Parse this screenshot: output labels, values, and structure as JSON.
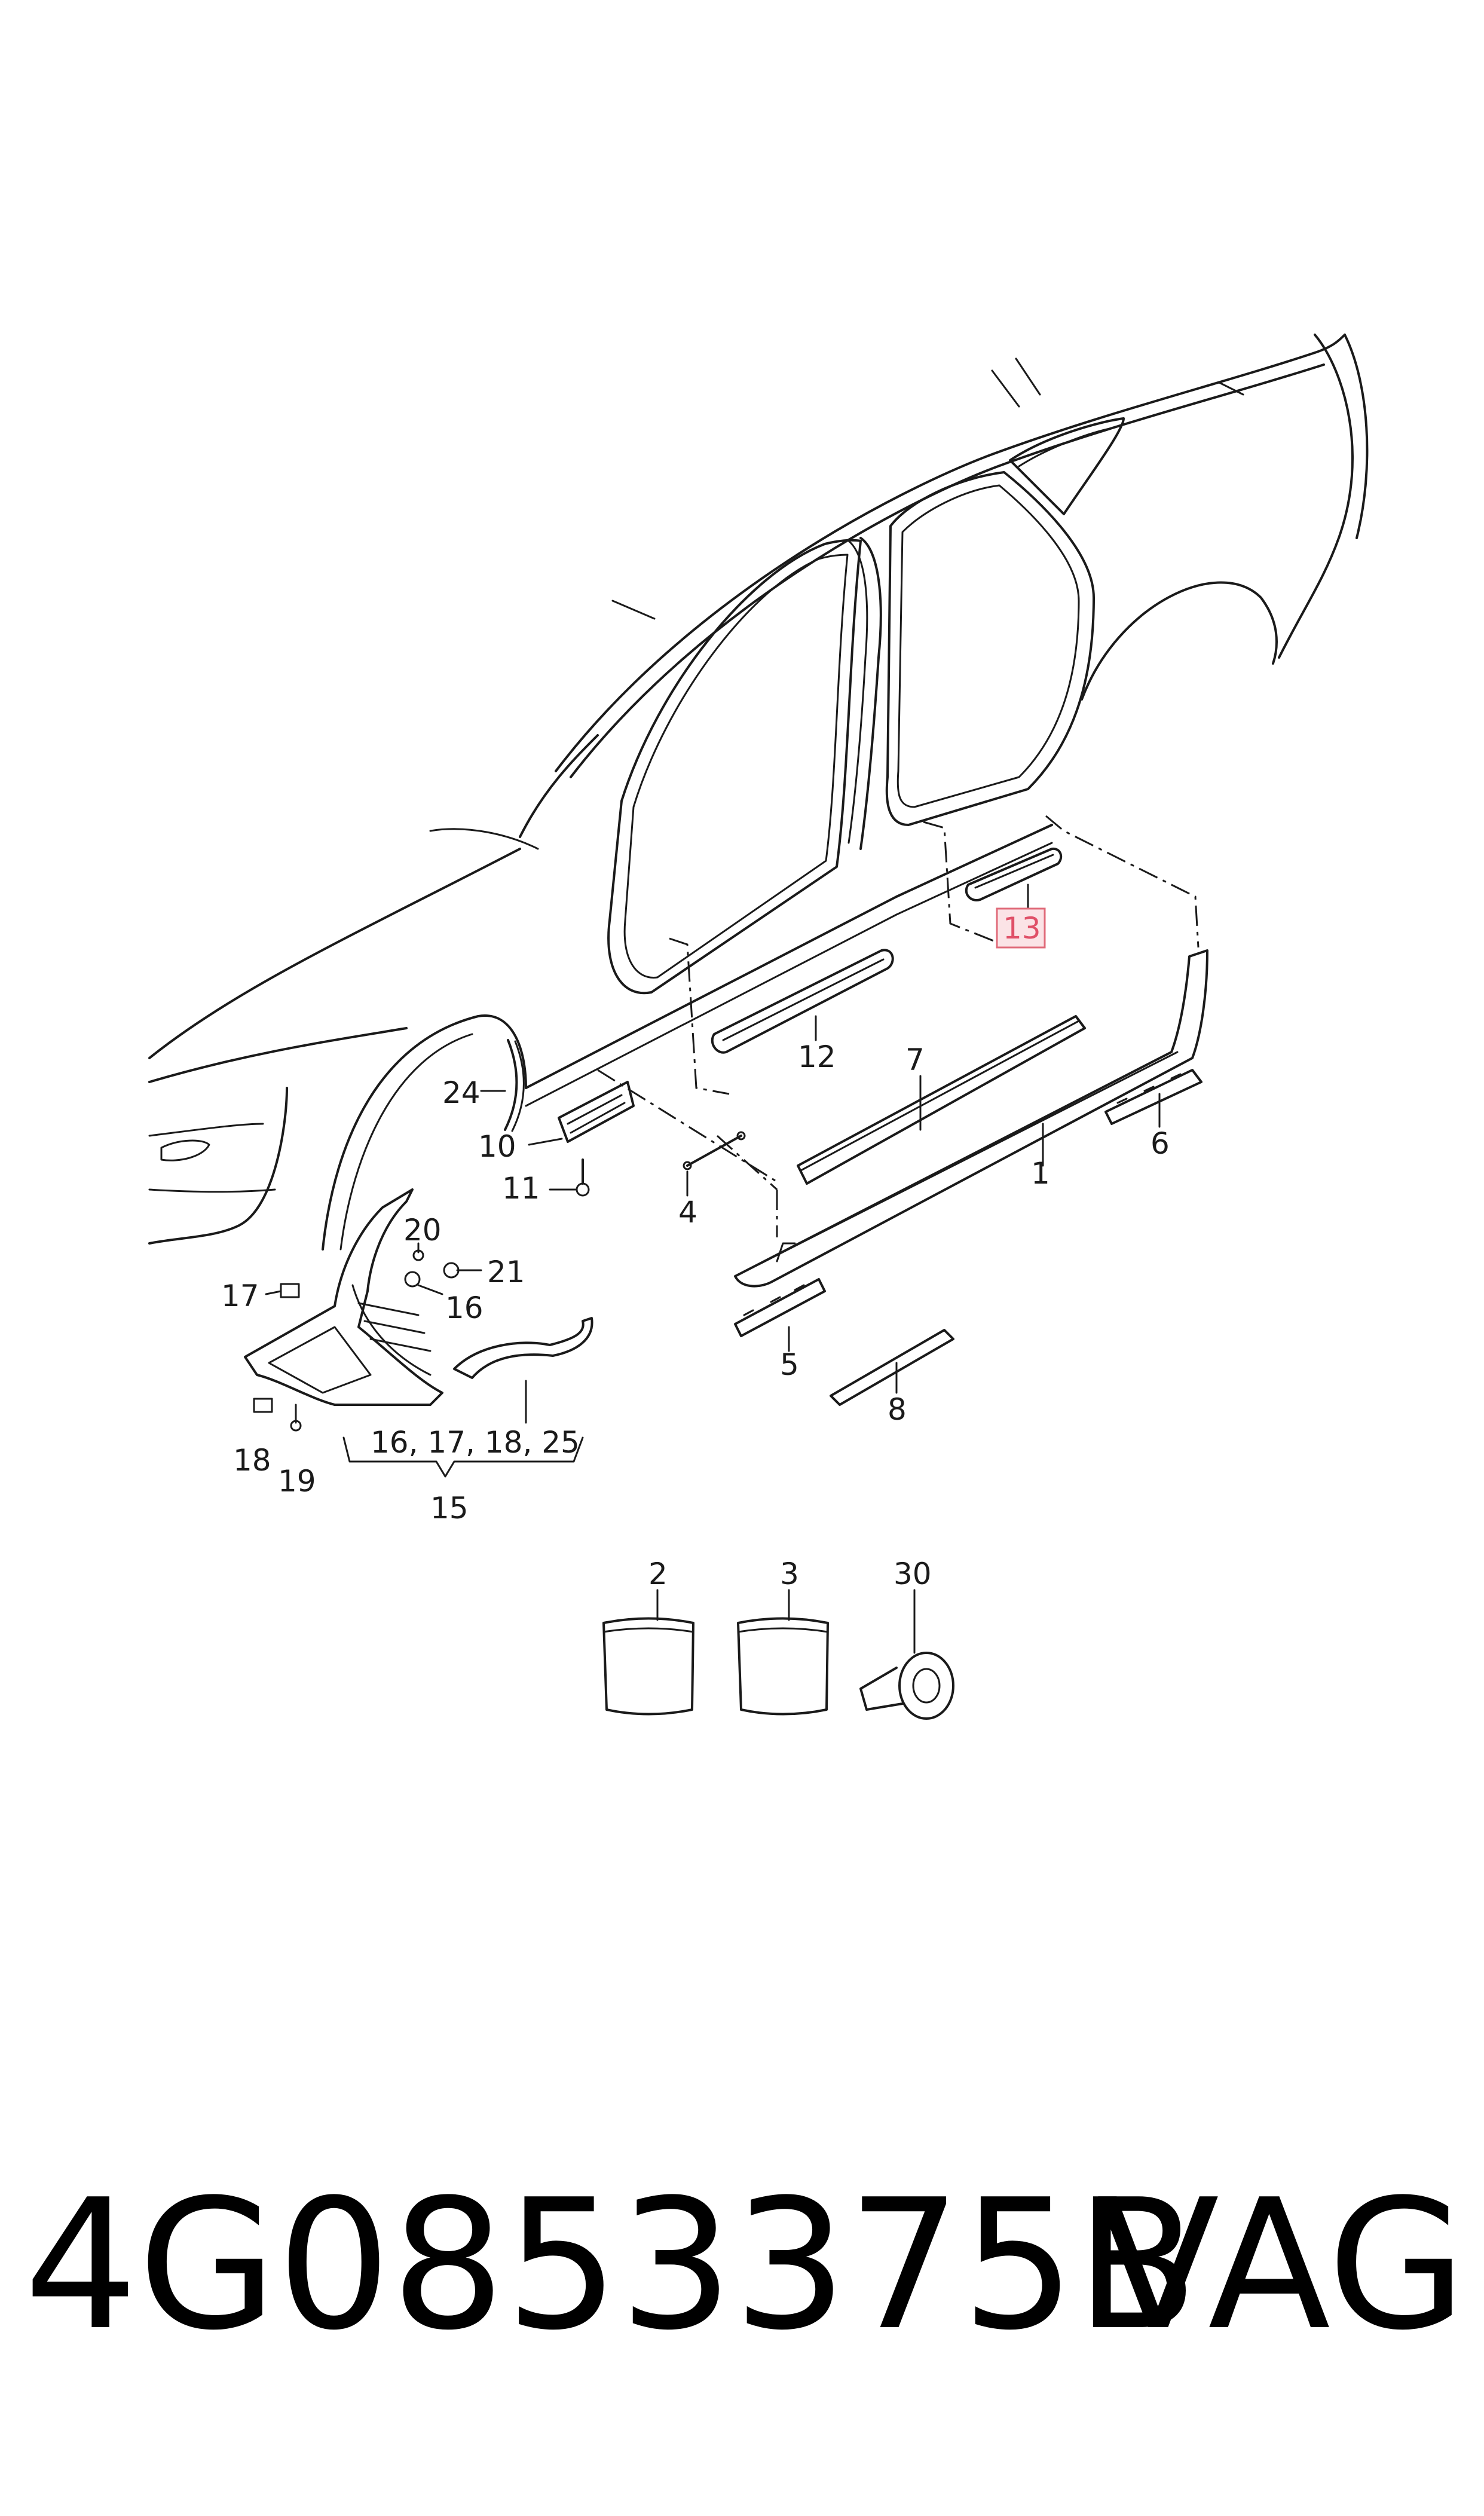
{
  "part_number": "4G0853375B",
  "brand": "VAG",
  "callouts": {
    "c1": "1",
    "c2": "2",
    "c3": "3",
    "c4": "4",
    "c5": "5",
    "c6": "6",
    "c7": "7",
    "c8": "8",
    "c10": "10",
    "c11": "11",
    "c12": "12",
    "c13": "13",
    "c15": "15",
    "c16": "16",
    "c17": "17",
    "c18": "18",
    "c19": "19",
    "c20": "20",
    "c21": "21",
    "c24": "24",
    "c30": "30",
    "group": "16, 17, 18, 25"
  },
  "highlighted_callout": "13",
  "colors": {
    "highlight_fill": "#fbe3e6",
    "highlight_border": "#e06b7a",
    "line": "#1a1a1a"
  }
}
